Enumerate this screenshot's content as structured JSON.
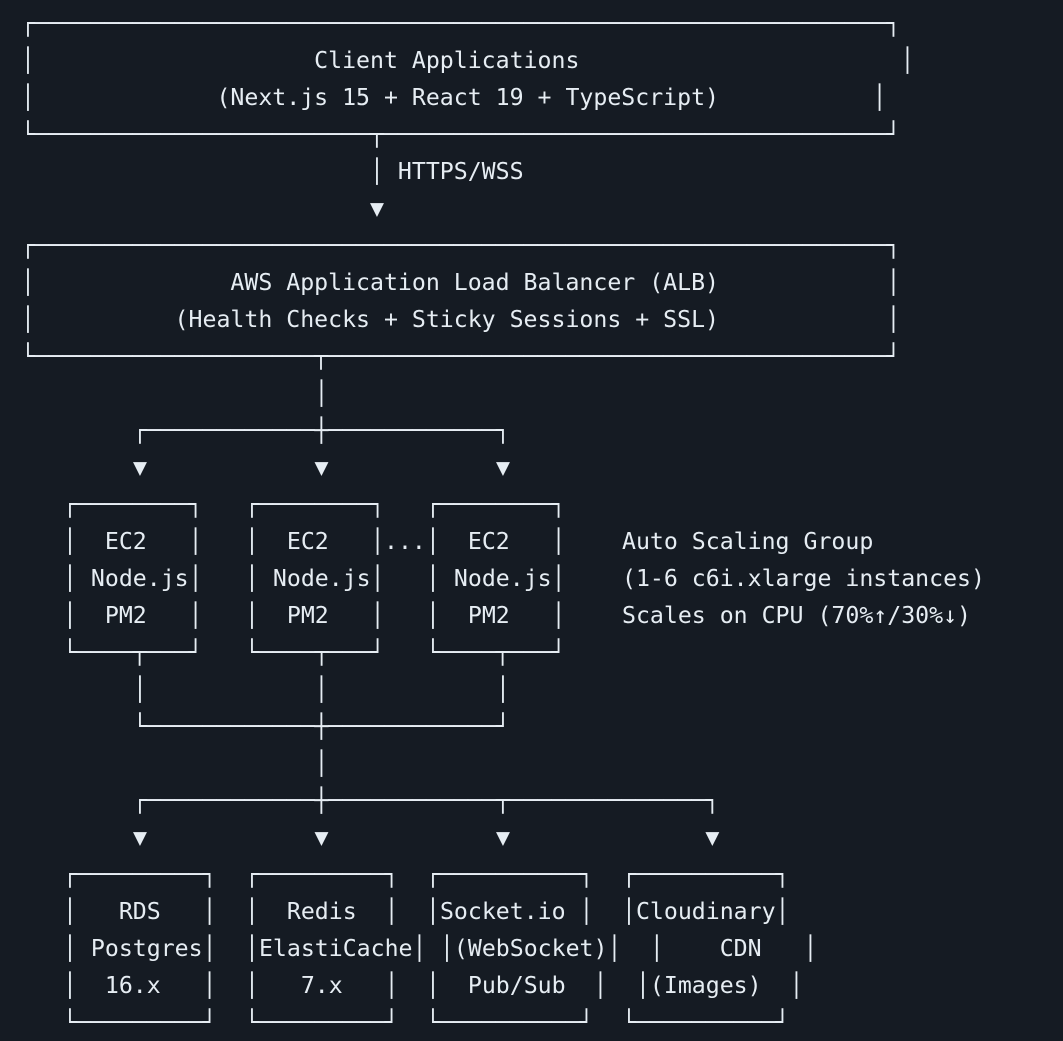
{
  "colors": {
    "background": "#151b23",
    "text": "#e6edf3"
  },
  "diagram": {
    "client_box": "┌─────────────────────────────────────────────────────────────┐\n│                    Client Applications                       │\n│             (Next.js 15 + React 19 + TypeScript)           │\n└────────────────────────┬────────────────────────────────────┘",
    "https_connector": "│ HTTPS/WSS\n▼",
    "alb_box": "┌─────────────────────────────────────────────────────────────┐\n│              AWS Application Load Balancer (ALB)            │\n│          (Health Checks + Sticky Sessions + SSL)            │\n└────────────────────┬────────────────────────────────────────┘",
    "fanout_top": "             │\n┌────────────┼────────────┐\n▼            ▼            ▼",
    "ec2_box": "┌────────┐\n│  EC2   │\n│ Node.js│\n│  PM2   │\n└────┬───┘",
    "ellipsis": "...",
    "asg_note": "Auto Scaling Group\n(1-6 c6i.xlarge instances)\nScales on CPU (70%↑/30%↓)",
    "fanout_bottom": "│            │            │\n└────────────┼────────────┘\n             │\n┌────────────┼────────────┬──────────────┐\n▼            ▼            ▼              ▼",
    "rds_box": "┌─────────┐\n│   RDS   │\n│ Postgres│\n│  16.x   │\n└─────────┘",
    "redis_box": "┌─────────┐\n│  Redis  │\n│ElastiCache│\n│   7.x   │\n└─────────┘",
    "socketio_box": "┌──────────┐\n│Socket.io │\n │(WebSocket)│\n│  Pub/Sub  │\n└──────────┘",
    "cloudinary_box": "┌──────────┐\n│Cloudinary│\n  │    CDN   │\n │(Images)  │\n└──────────┘"
  }
}
